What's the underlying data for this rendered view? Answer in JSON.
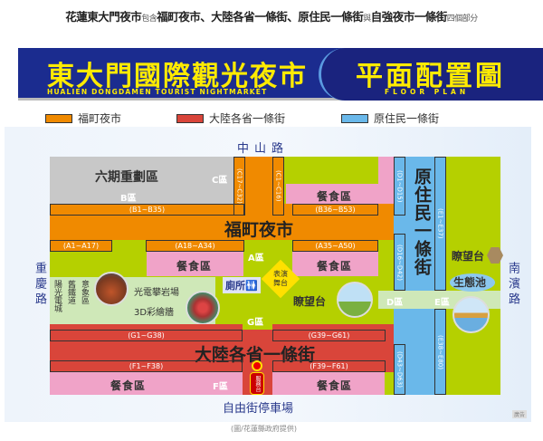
{
  "headline": {
    "p1": "花蓮東大門夜市",
    "p2": "包含",
    "p3": "福町夜市、大陸各省一條街、原住民一條街",
    "p4": "與",
    "p5": "自強夜市一條街",
    "p6": "四個部分"
  },
  "banner": {
    "title": "東大門國際觀光夜市",
    "subtitle": "HUALIEN DONGDAMEN TOURIST NIGHTMARKET",
    "title2": "平面配置圖",
    "subtitle2": "FLOOR PLAN"
  },
  "legend": [
    {
      "label": "福町夜市",
      "color": "#f08a00"
    },
    {
      "label": "大陸各省一條街",
      "color": "#d9453a"
    },
    {
      "label": "原住民一條街",
      "color": "#6ab8ea"
    }
  ],
  "colors": {
    "green": "#b5d000",
    "gray": "#c8c8c8",
    "pink": "#f0a3c8",
    "lightgreen": "#cfe8b8"
  },
  "roads": {
    "north": "中山路",
    "west": "重慶路",
    "east": "南濱路",
    "south": "自由街停車場"
  },
  "areas": {
    "gray": "六期重劃區",
    "fuding": "福町夜市",
    "mainland": "大陸各省一條街",
    "aboriginal": "原住民一條街",
    "food": "餐食區",
    "toilet": "廁所",
    "stage": "表演舞台",
    "watchtower": "瞭望台",
    "pond": "生態池",
    "climb": "光電攀岩場",
    "mural": "3D彩繪牆",
    "sunny": "陽光電城",
    "railway": "舊鐵道",
    "art": "意象區",
    "info": "服務台"
  },
  "zones": {
    "A": "A區",
    "B": "B區",
    "C": "C區",
    "D": "D區",
    "E": "E區",
    "F": "F區",
    "G": "G區"
  },
  "stalls": {
    "B1": "(B1~B35)",
    "B36": "(B36~B53)",
    "A1": "(A1~A17)",
    "A18": "(A18~A34)",
    "A35": "(A35~A50)",
    "C17": "(C17~C32)",
    "C1": "(C1~C16)",
    "D1": "(D1~D15)",
    "D16": "(D16~D42)",
    "D43": "(D43~D63)",
    "E1": "(E1~E37)",
    "E38": "(E38~E80)",
    "G1": "(G1~G38)",
    "G39": "(G39~G61)",
    "F1": "(F1~F38)",
    "F39": "(F39~F61)"
  },
  "caption": "(圖/花蓮縣政府提供)",
  "ad": "廣告"
}
